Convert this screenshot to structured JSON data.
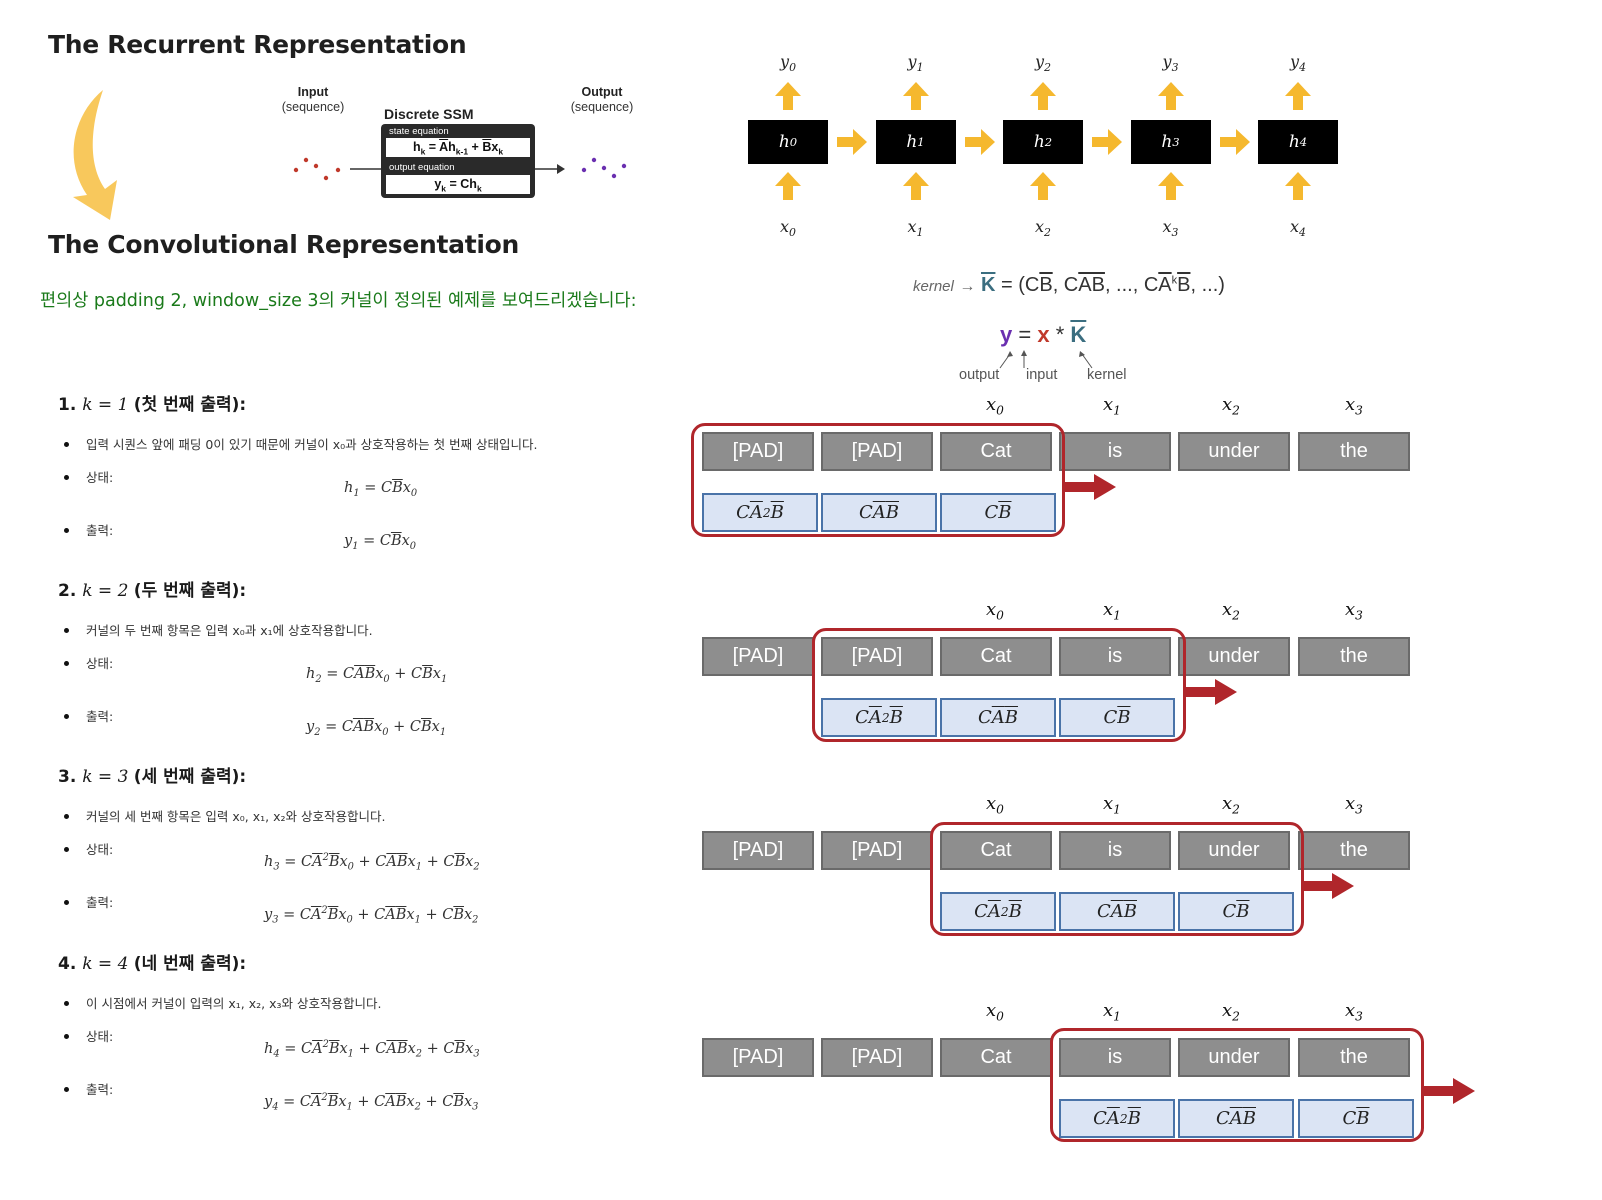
{
  "recurrent_title": "The Recurrent Representation",
  "convolutional_title": "The Convolutional Representation",
  "intro_text": "편의상 padding 2, window_size 3의 커널이 정의된 예제를 보여드리겠습니다:",
  "ssm": {
    "input_label": "Input",
    "input_sub": "(sequence)",
    "output_label": "Output",
    "output_sub": "(sequence)",
    "title": "Discrete SSM",
    "state_caption": "state equation",
    "output_caption": "output equation"
  },
  "recurrent": {
    "hidden": [
      "h0",
      "h1",
      "h2",
      "h3",
      "h4"
    ],
    "outputs": [
      "y0",
      "y1",
      "y2",
      "y3",
      "y4"
    ],
    "inputs": [
      "x0",
      "x1",
      "x2",
      "x3",
      "x4"
    ],
    "colors": {
      "arrow": "#f5b82e",
      "box": "#000000"
    }
  },
  "kernel": {
    "word": "kernel",
    "output_lbl": "output",
    "input_lbl": "input",
    "kernel_lbl": "kernel"
  },
  "steps": [
    {
      "num": "1.",
      "title": "(첫 번째 출력):",
      "desc": "입력 시퀀스 앞에 패딩 0이 있기 때문에 커널이 x₀과 상호작용하는 첫 번째 상태입니다.",
      "state_lbl": "상태:",
      "output_lbl": "출력:"
    },
    {
      "num": "2.",
      "title": "(두 번째 출력):",
      "desc": "커널의 두 번째 항목은 입력 x₀과 x₁에 상호작용합니다.",
      "state_lbl": "상태:",
      "output_lbl": "출력:"
    },
    {
      "num": "3.",
      "title": "(세 번째 출력):",
      "desc": "커널의 세 번째 항목은 입력 x₀, x₁, x₂와 상호작용합니다.",
      "state_lbl": "상태:",
      "output_lbl": "출력:"
    },
    {
      "num": "4.",
      "title": "(네 번째 출력):",
      "desc": "이 시점에서 커널이 입력의 x₁, x₂, x₃와 상호작용합니다.",
      "state_lbl": "상태:",
      "output_lbl": "출력:"
    }
  ],
  "tokens": [
    "[PAD]",
    "[PAD]",
    "Cat",
    "is",
    "under",
    "the"
  ],
  "x_labels": [
    "x0",
    "x1",
    "x2",
    "x3"
  ],
  "colors": {
    "token_fill": "#8e8e8e",
    "kernel_fill": "#dbe4f4",
    "kernel_border": "#4a73a8",
    "window_frame": "#b0262b",
    "intro_text": "#1a7a1a"
  }
}
